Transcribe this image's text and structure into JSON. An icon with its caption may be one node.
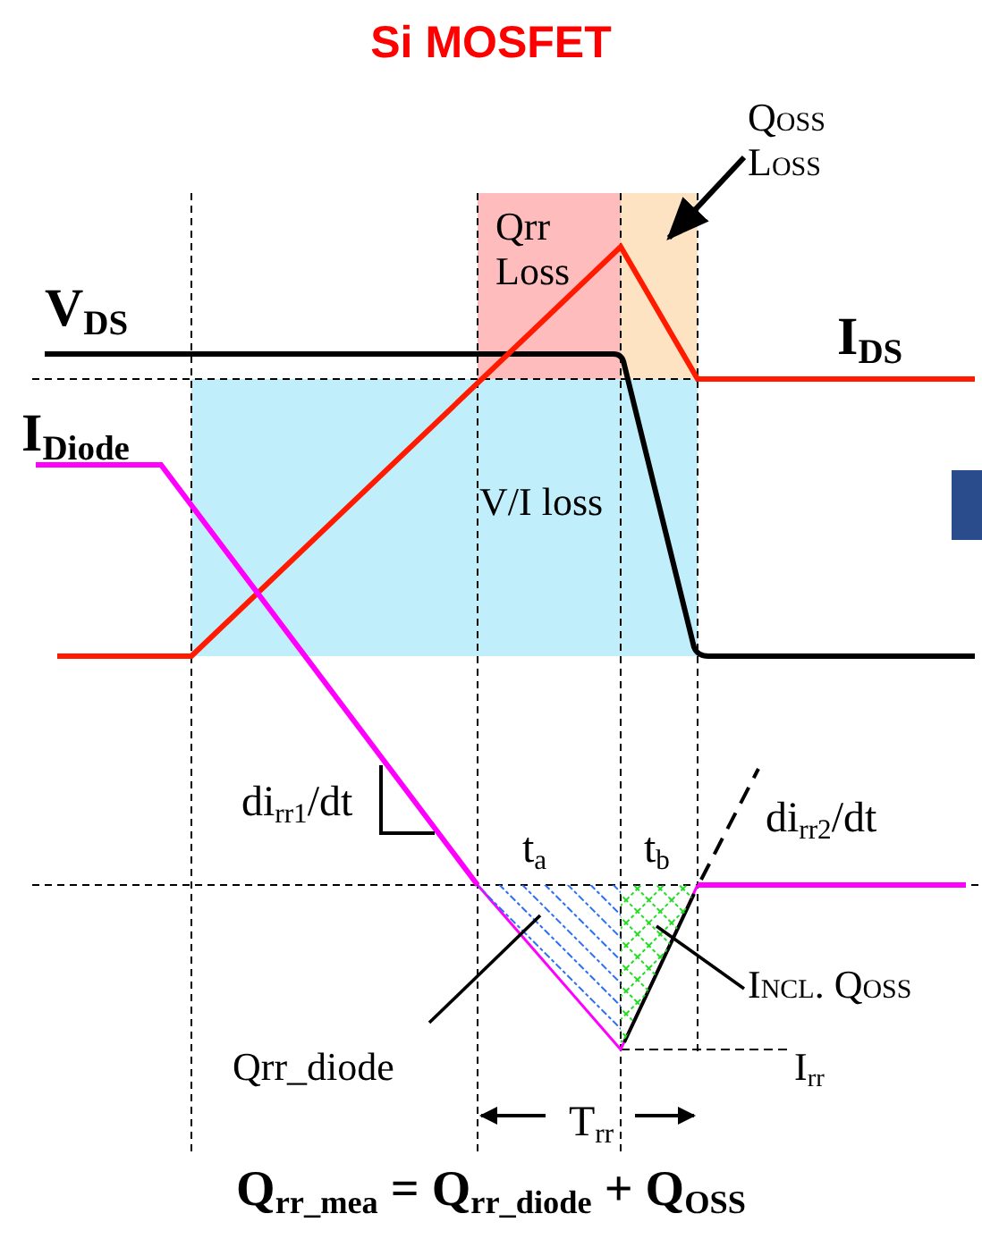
{
  "diagram": {
    "title": "Si MOSFET",
    "caption": "Q$_{rr_mea}$ = Q$_{rr_diode}$ + Q$_{OSS}$",
    "nodes": [
      {
        "text": [
          "Qrr Loss"
        ]
      },
      {
        "text": [
          "Qoss Loss"
        ]
      },
      {
        "text": [],
        "shape": "box"
      },
      {
        "text": [
          "V/I loss"
        ]
      },
      {
        "text": [
          "Qrr_diode"
        ]
      },
      {
        "text": [],
        "shape": "triangle"
      },
      {
        "text": [
          "Incl. Qoss"
        ]
      },
      {
        "text": [],
        "shape": "triangle"
      }
    ],
    "edges": [
      {
        "from": 1,
        "to": 2,
        "arrow": "to"
      },
      {
        "from": 4,
        "to": 5,
        "arrow": "none"
      },
      {
        "from": 6,
        "to": 7,
        "arrow": "none"
      }
    ],
    "labels": [
      "V$_{DS}$",
      "I$_{DS}$",
      "I$_{Diode}$",
      "di$_{rr1}$/dt",
      "t$_{a}$",
      "t$_{b}$",
      "di$_{rr2}$/dt",
      "T$_{rr}$",
      "I$_{rr}$"
    ]
  }
}
